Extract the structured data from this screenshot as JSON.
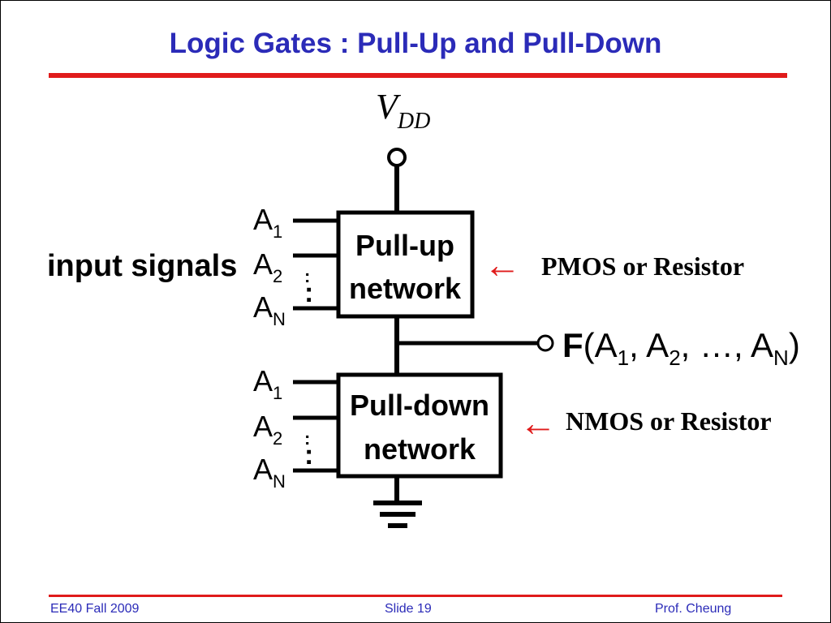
{
  "slide": {
    "title": "Logic Gates : Pull-Up and Pull-Down",
    "footer_left": "EE40 Fall 2009",
    "footer_center": "Slide 19",
    "footer_right": "Prof. Cheung"
  },
  "diagram": {
    "supply_label_main": "V",
    "supply_label_sub": "DD",
    "input_signals_label": "input signals",
    "input_prefix": "A",
    "input_subs": [
      "1",
      "2",
      "N"
    ],
    "ellipsis": ":",
    "pull_up_line1": "Pull-up",
    "pull_up_line2": "network",
    "pull_down_line1": "Pull-down",
    "pull_down_line2": "network",
    "pmos_label": "PMOS or Resistor",
    "nmos_label": "NMOS or Resistor",
    "arrow_glyph": "←",
    "output": {
      "func": "F",
      "open": "(",
      "a": "A",
      "sub1": "1",
      "sub2": "2",
      "subn": "N",
      "sep": ", ",
      "dots": "…",
      "close": ")"
    },
    "colors": {
      "title": "#2b2bb8",
      "rule": "#e01b1b",
      "arrow": "#e01b1b",
      "wire": "#000000"
    }
  }
}
